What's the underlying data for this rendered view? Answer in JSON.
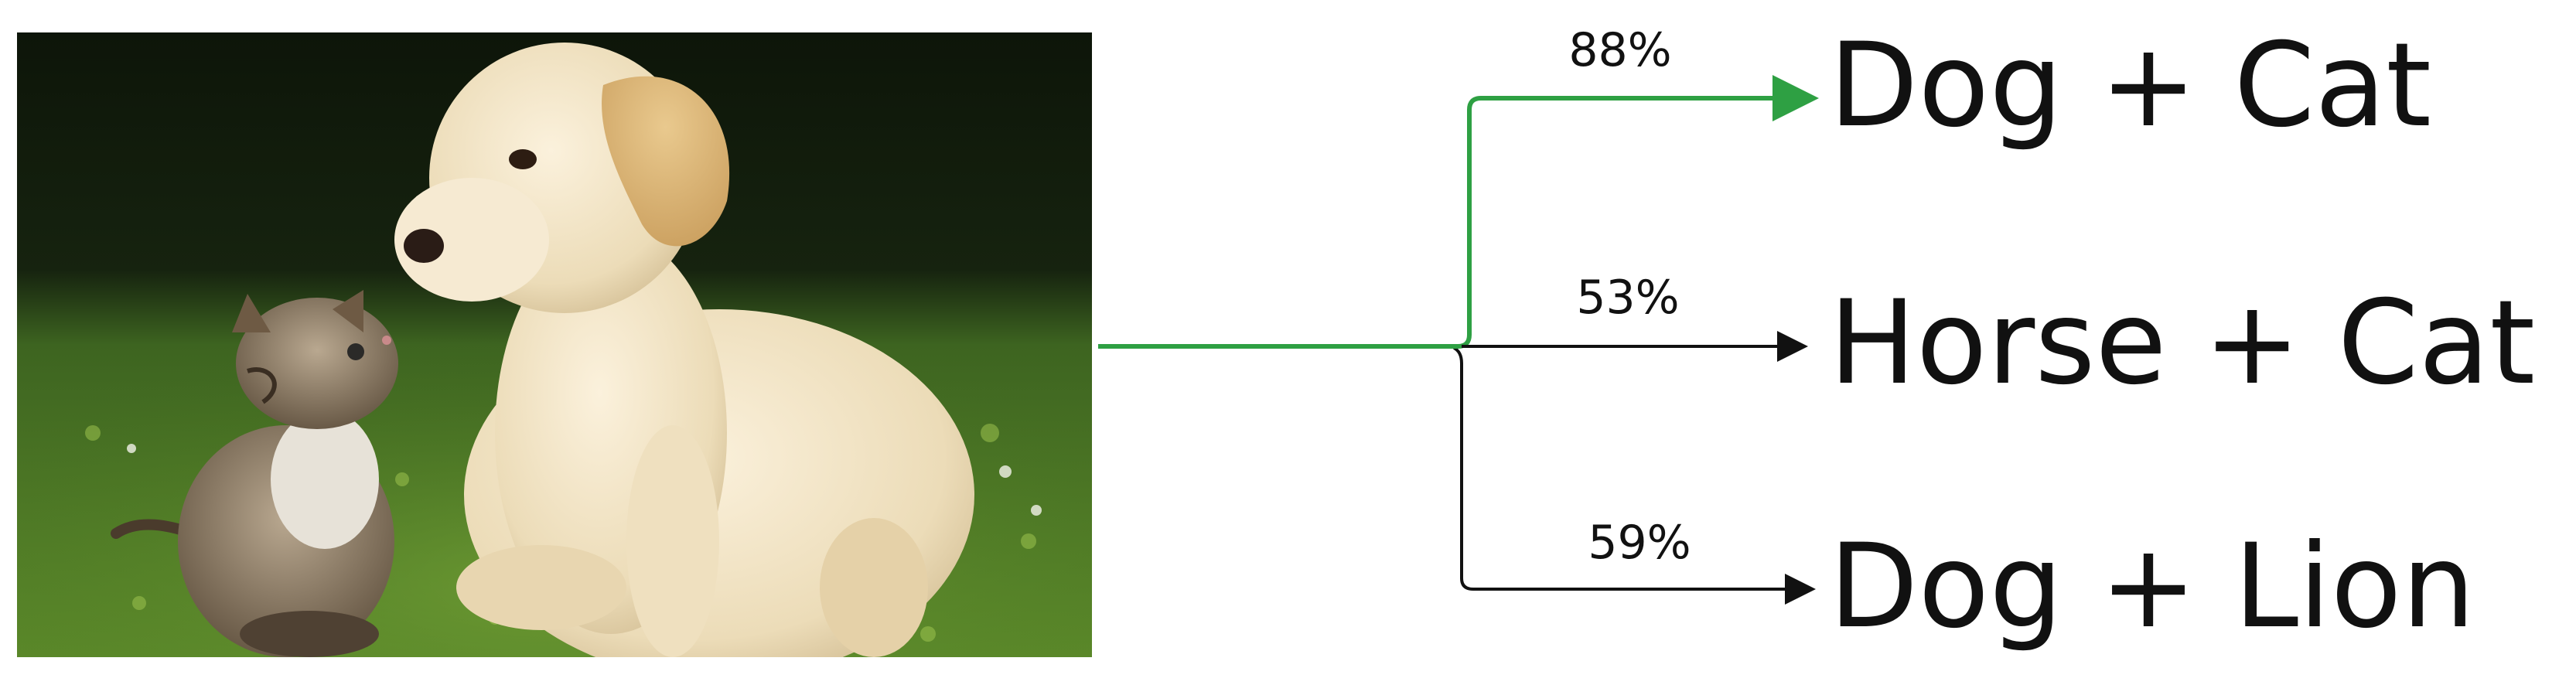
{
  "image": {
    "description_icon": "photo-puppy-and-kitten"
  },
  "options": [
    {
      "label": "Dog + Cat",
      "score": "88%",
      "color": "#2ea043"
    },
    {
      "label": "Horse + Cat",
      "score": "53%",
      "color": "#111111"
    },
    {
      "label": "Dog + Lion",
      "score": "59%",
      "color": "#111111"
    }
  ],
  "colors": {
    "selected": "#2ea043",
    "default": "#111111"
  }
}
